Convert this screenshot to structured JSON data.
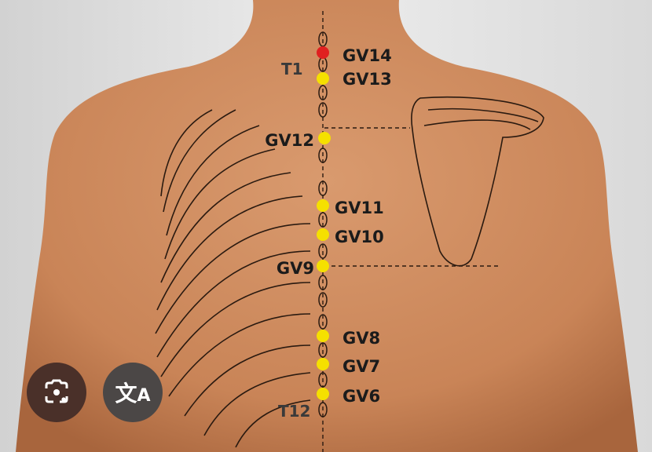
{
  "diagram": {
    "vertebra_labels": {
      "top": "T1",
      "bottom": "T12"
    },
    "points": [
      {
        "label": "GV14",
        "color": "#e02020"
      },
      {
        "label": "GV13",
        "color": "#f5e000"
      },
      {
        "label": "GV12",
        "color": "#f5e000"
      },
      {
        "label": "GV11",
        "color": "#f5e000"
      },
      {
        "label": "GV10",
        "color": "#f5e000"
      },
      {
        "label": "GV9",
        "color": "#f5e000"
      },
      {
        "label": "GV8",
        "color": "#f5e000"
      },
      {
        "label": "GV7",
        "color": "#f5e000"
      },
      {
        "label": "GV6",
        "color": "#f5e000"
      }
    ]
  },
  "overlay_buttons": {
    "lens": "lens-camera-icon",
    "translate": "translate-icon"
  }
}
